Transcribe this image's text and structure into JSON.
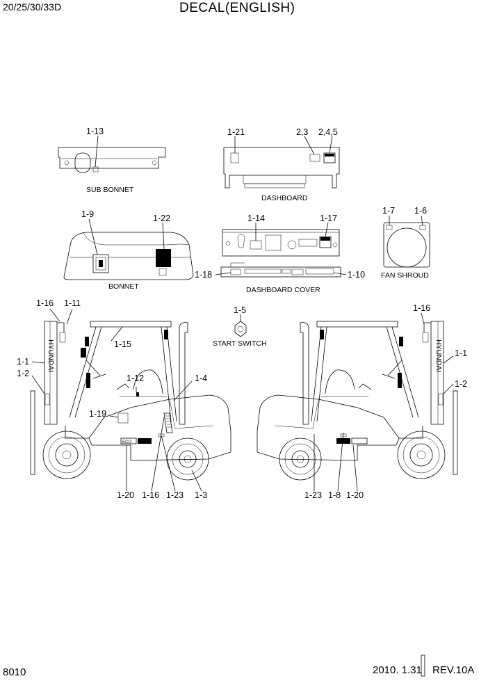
{
  "header": {
    "model": "20/25/30/33D",
    "title": "DECAL(ENGLISH)"
  },
  "footer": {
    "page_code": "8010",
    "date": "2010. 1.31",
    "revision": "REV.10A"
  },
  "captions": {
    "sub_bonnet": "SUB BONNET",
    "dashboard": "DASHBOARD",
    "bonnet": "BONNET",
    "dashboard_cover": "DASHBOARD COVER",
    "fan_shroud": "FAN SHROUD",
    "start_switch": "START SWITCH"
  },
  "brand_on_mast": "HYUNDAI",
  "callouts": {
    "sub_bonnet": [
      "1-13"
    ],
    "dashboard": [
      "1-21",
      "2,3",
      "2,4,5"
    ],
    "bonnet": [
      "1-9",
      "1-22"
    ],
    "dashboard_cover": [
      "1-14",
      "1-17",
      "1-18",
      "1-10"
    ],
    "fan_shroud": [
      "1-7",
      "1-6"
    ],
    "start_switch": [
      "1-5"
    ],
    "left_truck": [
      "1-16",
      "1-11",
      "1-15",
      "1-1",
      "1-2",
      "1-12",
      "1-4",
      "1-19",
      "1-20",
      "1-16",
      "1-23",
      "1-3"
    ],
    "right_truck": [
      "1-16",
      "1-1",
      "1-2",
      "1-23",
      "1-8",
      "1-20"
    ]
  }
}
